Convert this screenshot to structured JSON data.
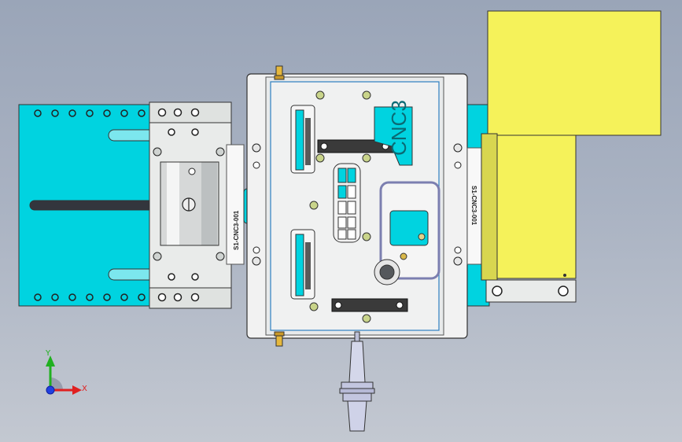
{
  "view": {
    "part_labels": {
      "left_block": "S1-CNC3-001",
      "right_block": "S1-CNC3-001",
      "engraving": "CNC3"
    },
    "triad": {
      "x_label": "X",
      "y_label": "Y"
    },
    "colors": {
      "background_top": "#9aa5b8",
      "cyan": "#00d3e0",
      "yellow": "#f5f25a",
      "plate": "#f2f2f2",
      "dark_block": "#3a3a3a",
      "axis_x": "#e02020",
      "axis_y": "#20b020",
      "axis_z": "#2040e0"
    }
  }
}
